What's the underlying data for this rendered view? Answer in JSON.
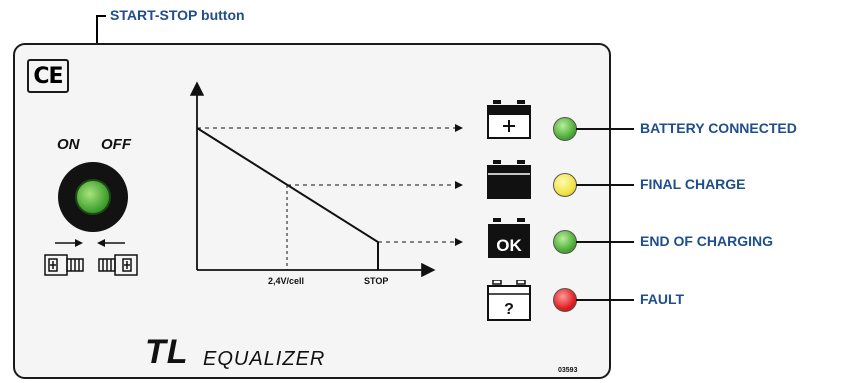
{
  "callout": {
    "title": "START-STOP button"
  },
  "panel": {
    "ce_mark": "CE",
    "switch": {
      "on_label": "ON",
      "off_label": "OFF"
    },
    "chart": {
      "x_tick_voltage": "2,4V/cell",
      "x_tick_stop": "STOP"
    },
    "logo": {
      "brand": "TL",
      "product": "EQUALIZER"
    },
    "code": "03593"
  },
  "indicators": [
    {
      "label": "BATTERY CONNECTED",
      "led_color": "green",
      "icon": "battery-connected-icon"
    },
    {
      "label": "FINAL CHARGE",
      "led_color": "yellow",
      "icon": "battery-charging-icon"
    },
    {
      "label": "END OF CHARGING",
      "led_color": "green",
      "icon": "battery-ok-icon",
      "icon_text": "OK"
    },
    {
      "label": "FAULT",
      "led_color": "red",
      "icon": "battery-fault-icon",
      "icon_text": "?"
    }
  ]
}
